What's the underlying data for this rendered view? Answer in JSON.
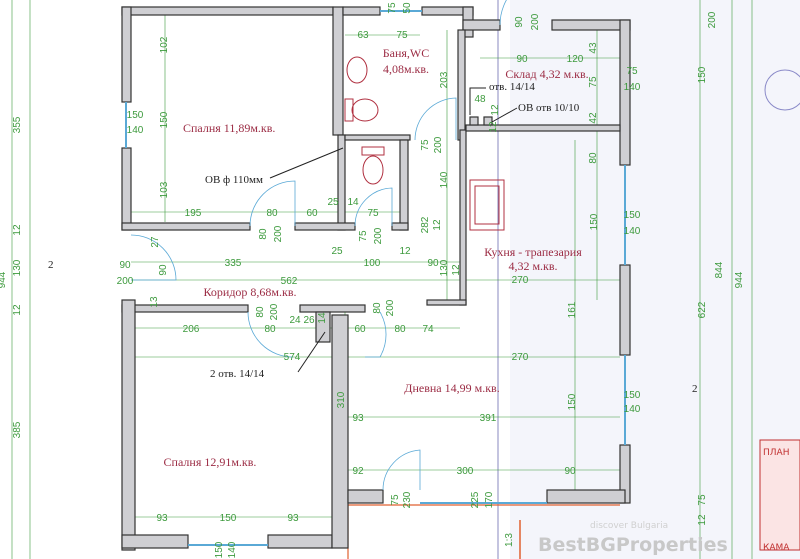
{
  "rooms": {
    "bedroom1": "Спалня 11,89м.кв.",
    "bath_name": "Баня,WC",
    "bath_area": "4,08м.кв.",
    "storage": "Склад 4,32 м.кв.",
    "kitchen_name": "Кухня - трапезария",
    "kitchen_area": "4,32 м.кв.",
    "corridor": "Коридор 8,68м.кв.",
    "living": "Дневна 14,99 м.кв.",
    "bedroom2": "Спалня 12,91м.кв."
  },
  "notes": {
    "vent_pipe": "ОВ ф 110мм",
    "opening_1": "отв. 14/14",
    "opening_2": "ОВ отв 10/10",
    "opening_3": "2 отв. 14/14",
    "section_left": "2",
    "section_right": "2"
  },
  "dims": [
    "75",
    "50",
    "63",
    "75",
    "90",
    "120",
    "90",
    "200",
    "43",
    "75",
    "42",
    "75",
    "140",
    "102",
    "150",
    "103",
    "195",
    "80",
    "60",
    "25",
    "14",
    "75",
    "80",
    "200",
    "75",
    "200",
    "75",
    "200",
    "203",
    "140",
    "282",
    "12",
    "48",
    "12",
    "12",
    "150",
    "140",
    "27",
    "90",
    "200",
    "90",
    "13",
    "335",
    "25",
    "100",
    "12",
    "90",
    "130",
    "12",
    "562",
    "270",
    "80",
    "200",
    "80",
    "200",
    "24",
    "26",
    "14",
    "60",
    "80",
    "74",
    "206",
    "80",
    "574",
    "270",
    "161",
    "150",
    "80",
    "150",
    "140",
    "310",
    "93",
    "391",
    "150",
    "150",
    "140",
    "92",
    "300",
    "90",
    "75",
    "230",
    "225",
    "170",
    "93",
    "150",
    "93",
    "150",
    "140",
    "1:3",
    "355",
    "12",
    "130",
    "12",
    "385",
    "944",
    "200",
    "150",
    "844",
    "944",
    "622",
    "75",
    "12"
  ],
  "watermark": {
    "brand": "BestBGProperties",
    "tagline": "discover Bulgaria"
  },
  "stamp": {
    "top": "ПЛАН",
    "bottom": "КАМА"
  },
  "colors": {
    "wall": "#cfcfd3",
    "dimension": "#3d9a3d",
    "room_label": "#9c2d45",
    "window": "#5aa9d6"
  }
}
